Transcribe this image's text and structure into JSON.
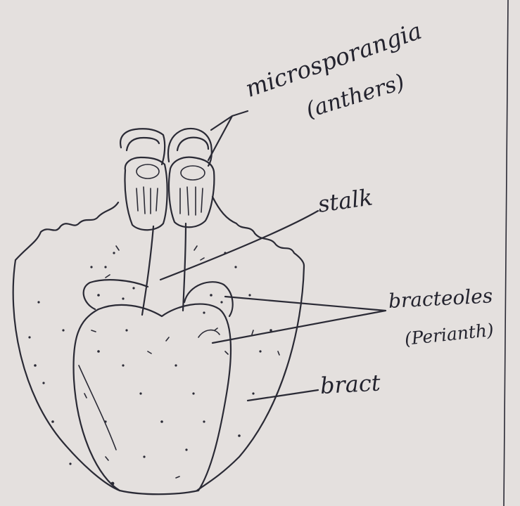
{
  "labels": {
    "microsporangia": "microsporangia",
    "anthers": "(anthers)",
    "stalk": "stalk",
    "bracteoles": "bracteoles",
    "perianth": "(Perianth)",
    "bract": "bract"
  },
  "colors": {
    "paper": "#e4e0de",
    "ink": "#2a2a35"
  }
}
